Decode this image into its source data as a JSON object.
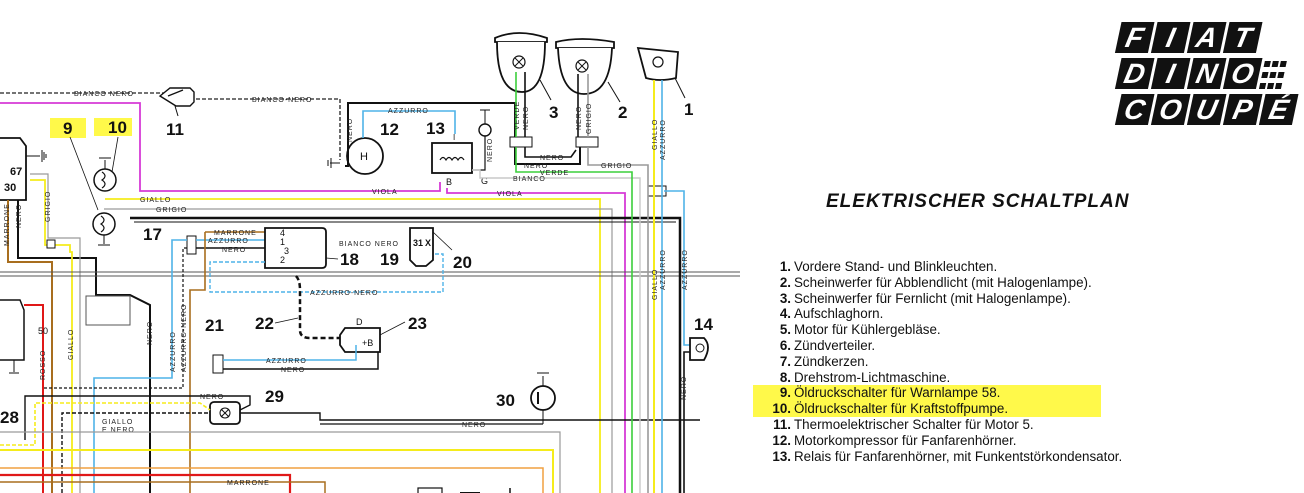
{
  "logo": {
    "rows": [
      [
        "F",
        "I",
        "A",
        "T"
      ],
      [
        "D",
        "I",
        "N",
        "O"
      ],
      [
        "C",
        "O",
        "U",
        "P",
        "É"
      ]
    ]
  },
  "title": "ELEKTRISCHER SCHALTPLAN",
  "highlight_color": "#fff94a",
  "legend": [
    {
      "num": "1.",
      "text": "Vordere Stand- und Blinkleuchten.",
      "highlighted": false
    },
    {
      "num": "2.",
      "text": "Scheinwerfer für Abblendlicht (mit Halogenlampe).",
      "highlighted": false
    },
    {
      "num": "3.",
      "text": "Scheinwerfer für Fernlicht (mit Halogenlampe).",
      "highlighted": false
    },
    {
      "num": "4.",
      "text": "Aufschlaghorn.",
      "highlighted": false
    },
    {
      "num": "5.",
      "text": "Motor für Kühlergebläse.",
      "highlighted": false
    },
    {
      "num": "6.",
      "text": "Zündverteiler.",
      "highlighted": false
    },
    {
      "num": "7.",
      "text": "Zündkerzen.",
      "highlighted": false
    },
    {
      "num": "8.",
      "text": "Drehstrom-Lichtmaschine.",
      "highlighted": false
    },
    {
      "num": "9.",
      "text": "Öldruckschalter für Warnlampe 58.",
      "highlighted": true
    },
    {
      "num": "10.",
      "text": "Öldruckschalter für Kraftstoffpumpe.",
      "highlighted": true
    },
    {
      "num": "11.",
      "text": "Thermoelektrischer Schalter für Motor 5.",
      "highlighted": false
    },
    {
      "num": "12.",
      "text": "Motorkompressor für Fanfarenhörner.",
      "highlighted": false
    },
    {
      "num": "13.",
      "text": "Relais für Fanfarenhörner, mit Funkentstörkondensator.",
      "highlighted": false
    }
  ],
  "schematic": {
    "component_numbers": {
      "n1": "1",
      "n2": "2",
      "n3": "3",
      "n9": "9",
      "n10": "10",
      "n11": "11",
      "n12": "12",
      "n13": "13",
      "n14": "14",
      "n17": "17",
      "n18": "18",
      "n19": "19",
      "n20": "20",
      "n21": "21",
      "n22": "22",
      "n23": "23",
      "n28": "28",
      "n29": "29",
      "n30": "30"
    },
    "terminal_labels": {
      "t67": "67",
      "t30": "30",
      "t50": "50",
      "tH": "H",
      "tI": "I",
      "tB": "B",
      "tG": "G",
      "tD": "D",
      "tplusB": "+B",
      "t31": "31",
      "tX": "X",
      "r4": "4",
      "r1": "1",
      "r3": "3",
      "r2": "2"
    },
    "wire_colors": {
      "giallo": "#f5ec1c",
      "azzurro": "#4fb3e8",
      "viola": "#d63ad6",
      "verde": "#3ccf3c",
      "grigio": "#9a9a9a",
      "nero": "#111111",
      "marrone": "#a86e1e",
      "rosso": "#e01818",
      "arancio": "#f0a040"
    },
    "wire_labels": {
      "bianco_nero_1": "BIANCO NERO",
      "bianco_nero_2": "BIANCO-NERO",
      "azzurro_12": "AZZURRO",
      "nero_12": "NERO",
      "verde_3": "VERDE",
      "nero_3": "NERO",
      "nero_2": "NERO",
      "grigio_2": "GRIGIO",
      "giallo_1": "GIALLO",
      "azzurro_1": "AZZURRO",
      "nero_h1": "NERO",
      "nero_h2": "NERO",
      "verde_h": "VERDE",
      "bianco_h": "BIANCO",
      "grigio_h": "GRIGIO",
      "viola_h1": "VIOLA",
      "viola_h2": "VIOLA",
      "nero_13": "NERO",
      "giallo_h": "GIALLO",
      "grigio_h2": "GRIGIO",
      "grigio_v": "GRIGIO",
      "marrone_v": "MARRONE",
      "nero_v": "NERO",
      "marrone_18": "MARRONE",
      "azzurro_18": "AZZURRO",
      "nero_18": "NERO",
      "bianco_nero_18": "BIANCO NERO",
      "azzurro_nero_h": "AZZURRO-NERO",
      "giallo_v": "GIALLO",
      "nero_v2": "NERO",
      "azzurro_v": "AZZURRO",
      "azzurro_nero_v": "AZZURRO-NERO",
      "azzurro_21": "AZZURRO",
      "nero_21": "NERO",
      "rosso_v": "ROSSO",
      "nero_29": "NERO",
      "giallo_e_nero_1": "GIALLO",
      "giallo_e_nero_2": "E NERO",
      "nero_30": "NERO",
      "marrone_b": "MARRONE",
      "giallo_r": "GIALLO",
      "azzurro_r": "AZZURRO",
      "azzurro_r2": "AZZURRO",
      "nero_r": "NERO"
    }
  }
}
